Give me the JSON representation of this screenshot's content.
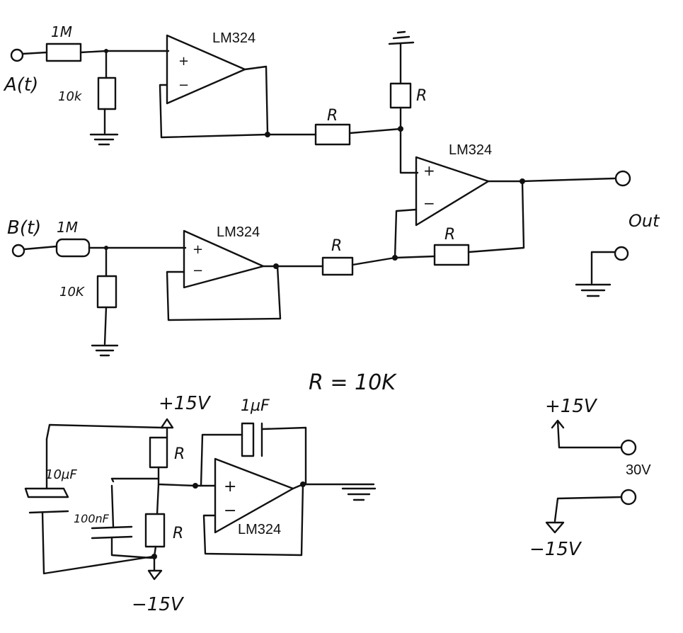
{
  "labels": {
    "input_a": "A(t)",
    "input_b": "B(t)",
    "output": "Out",
    "r_a_series": "1M",
    "r_a_shunt": "10k",
    "r_b_series": "1M",
    "r_b_shunt": "10K",
    "r_top_sum": "R",
    "r_top_pull": "R",
    "r_b_sum": "R",
    "r_feedback": "R",
    "opamp_buffer_a": "LM324",
    "opamp_buffer_b": "LM324",
    "opamp_summer": "LM324",
    "opamp_ground": "LM324",
    "r_value_note": "R = 10K",
    "cap_1uf": "1µF",
    "cap_10uf": "10µF",
    "cap_100nf": "100nF",
    "r_div_top": "R",
    "r_div_bottom": "R",
    "rail_pos_left": "+15V",
    "rail_neg_left": "−15V",
    "rail_pos_right": "+15V",
    "rail_neg_right": "−15V",
    "supply_voltage": "30V",
    "plus": "+",
    "minus": "−"
  }
}
